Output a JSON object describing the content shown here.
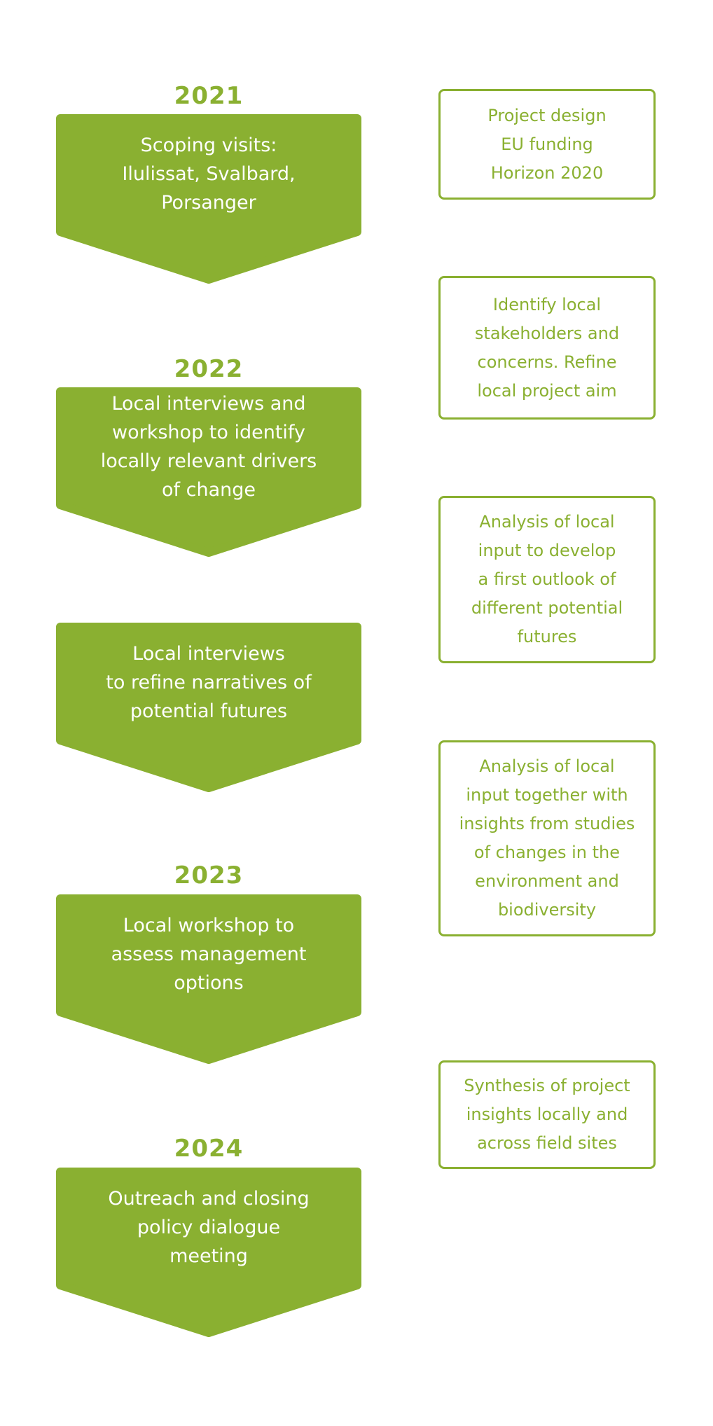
{
  "colors": {
    "accent": "#8ab031",
    "chevron_text": "#ffffff",
    "background": "#ffffff"
  },
  "timeline": {
    "years": [
      "2021",
      "2022",
      "2023",
      "2024"
    ],
    "steps": [
      "Scoping visits:\nIlulissat, Svalbard,\nPorsanger",
      "Local interviews and\nworkshop to identify\nlocally relevant drivers\nof change",
      "Local interviews\nto refine narratives of\npotential futures",
      "Local workshop to\nassess management\noptions",
      "Outreach and closing\npolicy dialogue\nmeeting"
    ]
  },
  "notes": [
    "Project design\nEU funding\nHorizon 2020",
    "Identify local\nstakeholders and\nconcerns. Refine\nlocal project aim",
    "Analysis of local\ninput to develop\na first outlook of\ndifferent potential\nfutures",
    "Analysis of local\ninput together with\ninsights from studies\nof changes in the\nenvironment and\nbiodiversity",
    "Synthesis of project\ninsights locally and\nacross field sites"
  ]
}
